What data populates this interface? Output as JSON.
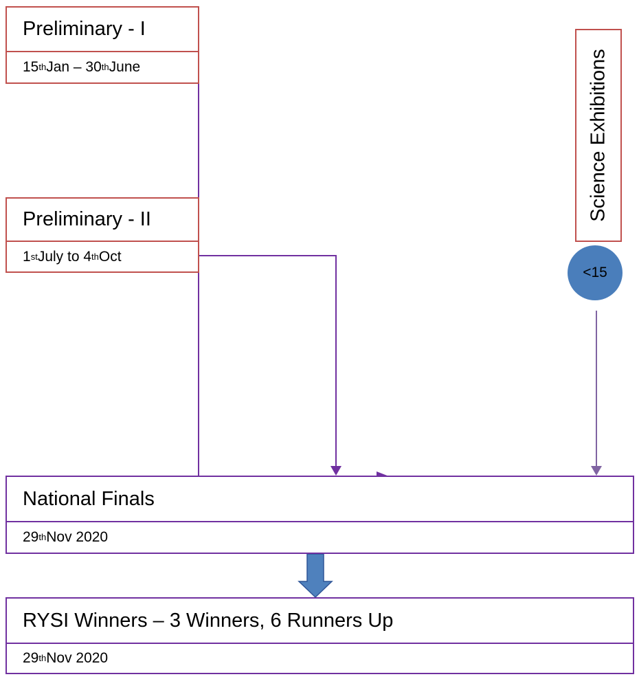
{
  "stages": {
    "preliminary_1": {
      "title": "Preliminary - I",
      "date": {
        "d1": "15",
        "s1": "th",
        "m1": " Jan – 30",
        "s2": "th",
        "m2": " June"
      }
    },
    "preliminary_2": {
      "title": "Preliminary - II",
      "date": {
        "d1": "1",
        "s1": "st",
        "m1": " July to 4",
        "s2": "th",
        "m2": " Oct"
      }
    },
    "national_finals": {
      "title": "National Finals",
      "date": {
        "d1": "29",
        "s1": "th",
        "m1": " Nov 2020"
      }
    },
    "winners": {
      "title": "RYSI Winners – 3 Winners, 6 Runners Up",
      "date": {
        "d1": "29",
        "s1": "th",
        "m1": " Nov 2020"
      }
    }
  },
  "science_exhibitions": {
    "label": "Science Exhibitions",
    "badge": "<15"
  },
  "colors": {
    "box_border_red": "#c0504d",
    "box_border_purple": "#7030a0",
    "connector": "#7030a0",
    "badge_fill": "#4a7ebb",
    "block_arrow_fill": "#4f81bd"
  }
}
